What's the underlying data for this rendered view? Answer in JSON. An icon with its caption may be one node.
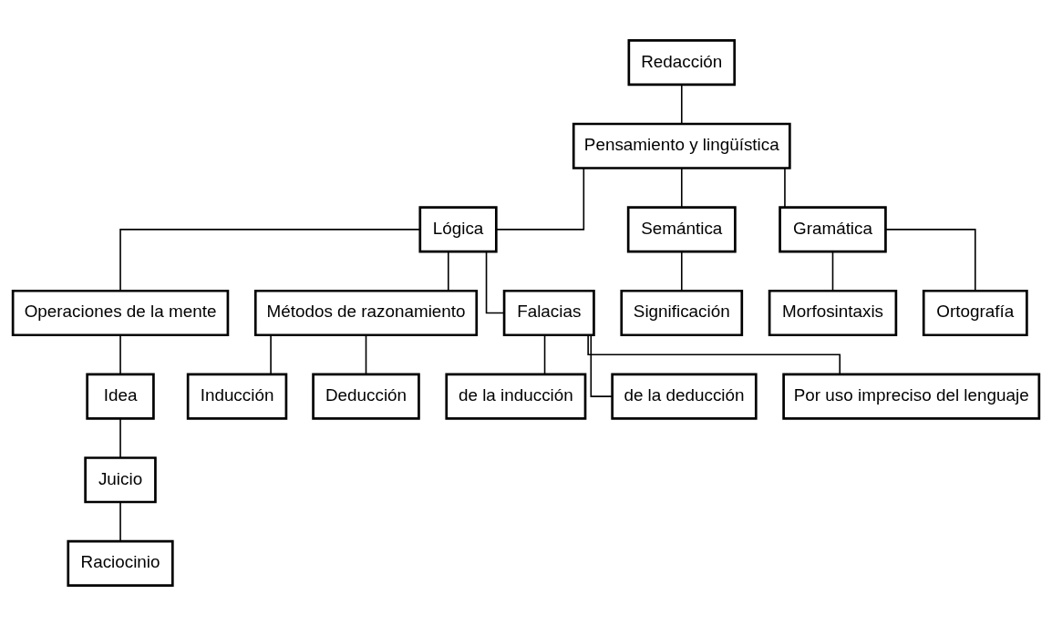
{
  "diagram": {
    "nodes": [
      {
        "text": [
          "Redacción"
        ]
      },
      {
        "text": [
          "Pensamiento y lingüística"
        ]
      },
      {
        "text": [
          "Lógica"
        ]
      },
      {
        "text": [
          "Semántica"
        ]
      },
      {
        "text": [
          "Gramática"
        ]
      },
      {
        "text": [
          "Operaciones de la mente"
        ]
      },
      {
        "text": [
          "Métodos de razonamiento"
        ]
      },
      {
        "text": [
          "Falacias"
        ]
      },
      {
        "text": [
          "Significación"
        ]
      },
      {
        "text": [
          "Morfosintaxis"
        ]
      },
      {
        "text": [
          "Ortografía"
        ]
      },
      {
        "text": [
          "Idea"
        ]
      },
      {
        "text": [
          "Juicio"
        ]
      },
      {
        "text": [
          "Raciocinio"
        ]
      },
      {
        "text": [
          "Inducción"
        ]
      },
      {
        "text": [
          "Deducción"
        ]
      },
      {
        "text": [
          "de la inducción"
        ]
      },
      {
        "text": [
          "de la deducción"
        ]
      },
      {
        "text": [
          "Por uso impreciso del lenguaje"
        ]
      }
    ],
    "edges": [
      {
        "from": 0,
        "to": 1,
        "arrow": "none"
      },
      {
        "from": 1,
        "to": 2,
        "arrow": "none"
      },
      {
        "from": 1,
        "to": 3,
        "arrow": "none"
      },
      {
        "from": 1,
        "to": 4,
        "arrow": "none"
      },
      {
        "from": 2,
        "to": 5,
        "arrow": "none"
      },
      {
        "from": 2,
        "to": 6,
        "arrow": "none"
      },
      {
        "from": 2,
        "to": 7,
        "arrow": "none"
      },
      {
        "from": 3,
        "to": 8,
        "arrow": "none"
      },
      {
        "from": 4,
        "to": 9,
        "arrow": "none"
      },
      {
        "from": 4,
        "to": 10,
        "arrow": "none"
      },
      {
        "from": 5,
        "to": 11,
        "arrow": "none"
      },
      {
        "from": 11,
        "to": 12,
        "arrow": "none"
      },
      {
        "from": 12,
        "to": 13,
        "arrow": "none"
      },
      {
        "from": 6,
        "to": 14,
        "arrow": "none"
      },
      {
        "from": 6,
        "to": 15,
        "arrow": "none"
      },
      {
        "from": 7,
        "to": 16,
        "arrow": "none"
      },
      {
        "from": 7,
        "to": 17,
        "arrow": "none"
      },
      {
        "from": 7,
        "to": 18,
        "arrow": "none"
      }
    ]
  }
}
